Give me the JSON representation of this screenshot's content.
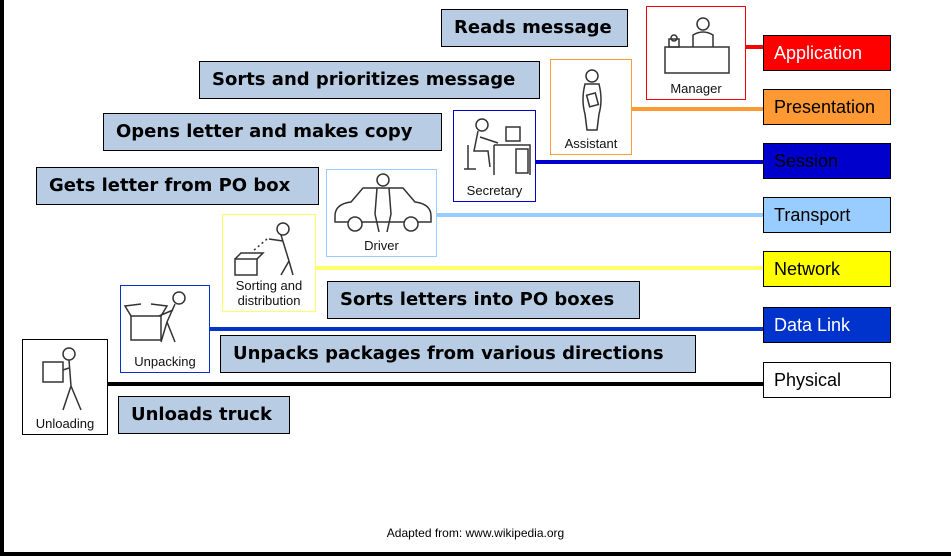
{
  "layers": [
    {
      "name": "Application",
      "bg": "#ff0000",
      "fg": "#ffffff"
    },
    {
      "name": "Presentation",
      "bg": "#ff9933",
      "fg": "#000000"
    },
    {
      "name": "Session",
      "bg": "#0000cc",
      "fg": "#000000"
    },
    {
      "name": "Transport",
      "bg": "#99ccff",
      "fg": "#000000"
    },
    {
      "name": "Network",
      "bg": "#ffff00",
      "fg": "#000000"
    },
    {
      "name": "Data Link",
      "bg": "#0033cc",
      "fg": "#ffffff"
    },
    {
      "name": "Physical",
      "bg": "#ffffff",
      "fg": "#000000"
    }
  ],
  "roles": [
    {
      "label": "Manager",
      "color": "#ff0000",
      "icon": "manager-at-desk-icon"
    },
    {
      "label": "Assistant",
      "color": "#ff9933",
      "icon": "assistant-holding-paper-icon"
    },
    {
      "label": "Secretary",
      "color": "#0000cc",
      "icon": "secretary-at-computer-icon"
    },
    {
      "label": "Driver",
      "color": "#99ccff",
      "icon": "driver-with-car-icon"
    },
    {
      "label": "Sorting and\ndistribution",
      "color": "#ffff66",
      "icon": "person-sorting-box-icon"
    },
    {
      "label": "Unpacking",
      "color": "#0033cc",
      "icon": "person-opening-box-icon"
    },
    {
      "label": "Unloading",
      "color": "#000000",
      "icon": "person-carrying-box-icon"
    }
  ],
  "steps": [
    "Reads message",
    "Sorts and prioritizes message",
    "Opens letter and makes copy",
    "Gets letter from PO box",
    "Sorts letters into PO boxes",
    "Unpacks packages from various directions",
    "Unloads truck"
  ],
  "footer": "Adapted from: www.wikipedia.org"
}
